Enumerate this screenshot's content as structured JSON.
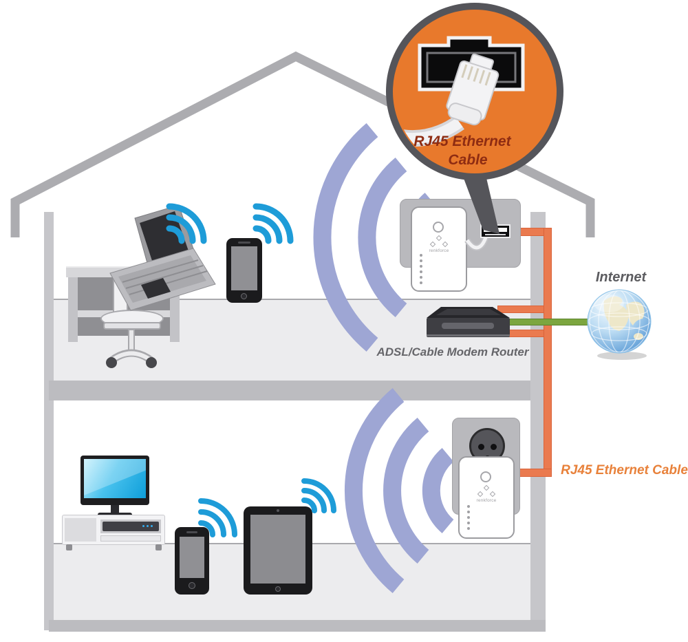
{
  "diagram": {
    "callout": {
      "line1": "RJ45 Ethernet",
      "line2": "Cable"
    },
    "labels": {
      "modem_router": "ADSL/Cable Modem Router",
      "internet": "Internet",
      "ethernet_cable_side": "RJ45 Ethernet Cable"
    },
    "adapter_brand": "renkforce",
    "icons": {
      "wifi_icon": "three-arc-wifi",
      "wifi_zone_icon": "large-three-arc-wifi",
      "globe_icon": "internet-globe",
      "rj45_icon": "rj45-plug-and-jack"
    },
    "colors": {
      "callout_fill": "#E8792C",
      "callout_border": "#55555A",
      "callout_text": "#8E2C12",
      "cable_orange": "#EA7A4F",
      "cable_green": "#7CA63F",
      "wifi_blue": "#1E9CD8",
      "wifi_periwinkle": "#9EA6D4",
      "structure_gray": "#ACACB0",
      "label_gray": "#66666A",
      "side_label_orange": "#E8813A"
    }
  }
}
